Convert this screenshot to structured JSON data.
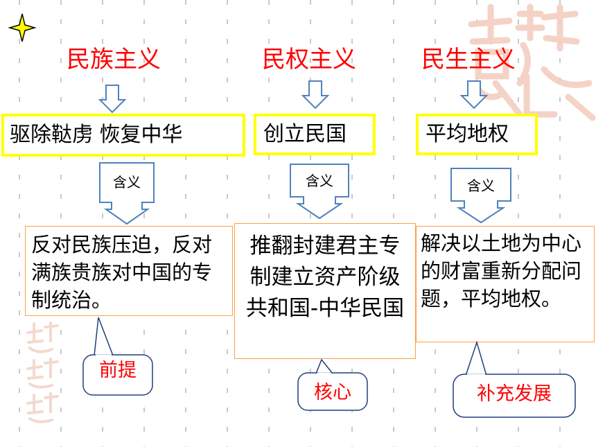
{
  "columns": [
    {
      "heading": "民族主义",
      "slogan": "驱除鞑虏 恢复中华",
      "meaning_label": "含义",
      "description": "反对民族压迫，反对满族贵族对中国的专制统治。",
      "role": "前提"
    },
    {
      "heading": "民权主义",
      "slogan": "创立民国",
      "meaning_label": "含义",
      "description": "推翻封建君主专制建立资产阶级共和国-中华民国",
      "role": "核心"
    },
    {
      "heading": "民生主义",
      "slogan": "平均地权",
      "meaning_label": "含义",
      "description": "解决以土地为中心的财富重新分配问题，平均地权。",
      "role": "补充发展"
    }
  ],
  "colors": {
    "heading": "#ff0000",
    "slogan_border": "#ffff00",
    "arrow_fill": "#ffffff",
    "arrow_stroke": "#4f81bd",
    "description_border": "#ffa040",
    "bubble_border": "#1f3f7a",
    "bubble_text": "#ff0000",
    "star": "#ffff00"
  },
  "decorations": [
    "star-icon",
    "seal-watermark"
  ]
}
